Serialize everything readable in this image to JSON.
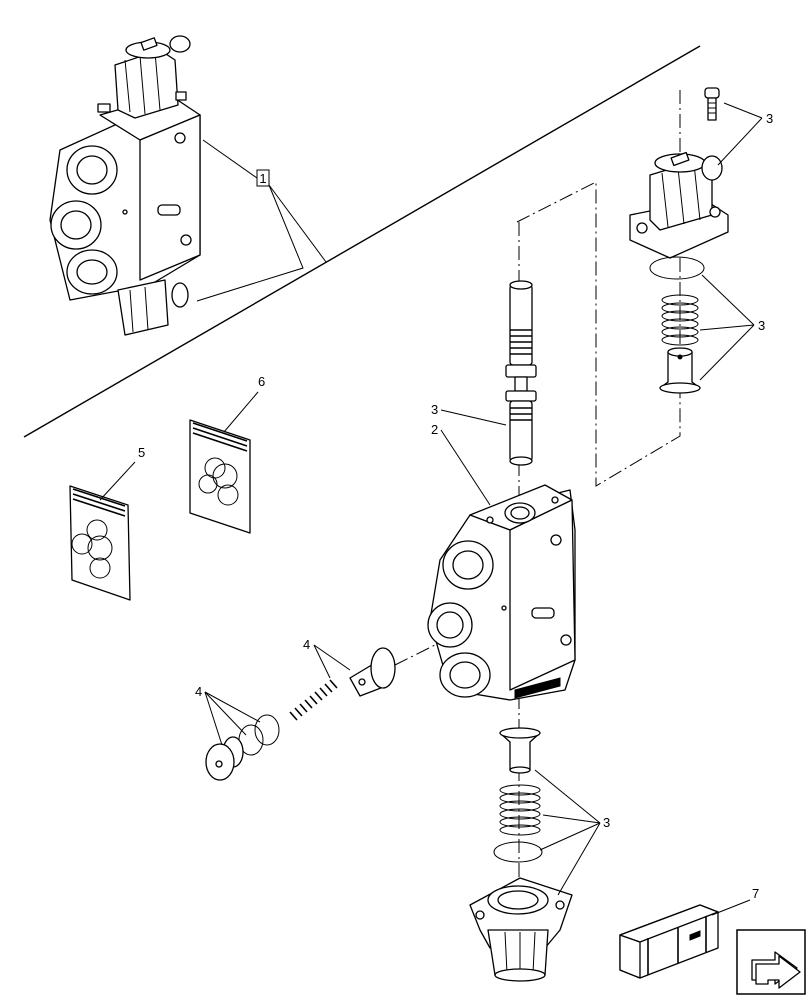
{
  "callouts": {
    "c1": "1",
    "c2": "2",
    "c3_spool": "3",
    "c3_cap_top": "3",
    "c3_spring_top": "3",
    "c3_spring_bottom": "3",
    "c4_plug": "4",
    "c4_seals": "4",
    "c5": "5",
    "c6": "6",
    "c7": "7"
  },
  "icons": {
    "nav_next": "arrow-next-icon",
    "kit": "crate-icon"
  }
}
